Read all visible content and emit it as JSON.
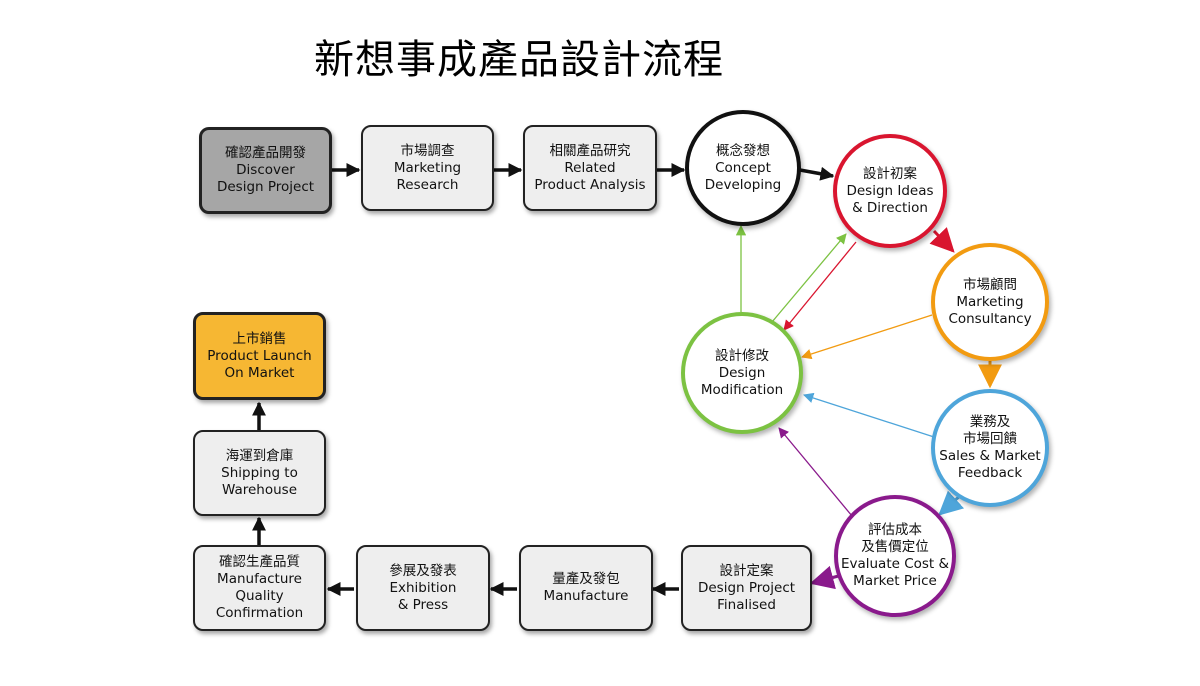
{
  "title": "新想事成產品設計流程",
  "nodes": {
    "discover": {
      "zh": "確認產品開發",
      "en1": "Discover",
      "en2": "Design Project"
    },
    "market_research": {
      "zh": "市場調查",
      "en1": "Marketing",
      "en2": "Research"
    },
    "related": {
      "zh": "相關產品研究",
      "en1": "Related",
      "en2": "Product Analysis"
    },
    "concept": {
      "zh": "概念發想",
      "en1": "Concept",
      "en2": "Developing"
    },
    "ideas": {
      "zh": "設計初案",
      "en1": "Design Ideas",
      "en2": "& Direction"
    },
    "consultancy": {
      "zh": "市場顧問",
      "en1": "Marketing",
      "en2": "Consultancy"
    },
    "feedback": {
      "zh1": "業務及",
      "zh2": "市場回饋",
      "en1": "Sales & Market",
      "en2": "Feedback"
    },
    "evaluate": {
      "zh1": "評估成本",
      "zh2": "及售價定位",
      "en1": "Evaluate Cost &",
      "en2": "Market Price"
    },
    "modification": {
      "zh": "設計修改",
      "en1": "Design",
      "en2": "Modification"
    },
    "finalised": {
      "zh": "設計定案",
      "en1": "Design Project",
      "en2": "Finalised"
    },
    "manufacture": {
      "zh": "量產及發包",
      "en1": "Manufacture"
    },
    "exhibition": {
      "zh": "參展及發表",
      "en1": "Exhibition",
      "en2": "& Press"
    },
    "quality": {
      "zh": "確認生產品質",
      "en1": "Manufacture",
      "en2": "Quality",
      "en3": "Confirmation"
    },
    "shipping": {
      "zh": "海運到倉庫",
      "en1": "Shipping to",
      "en2": "Warehouse"
    },
    "launch": {
      "zh": "上市銷售",
      "en1": "Product Launch",
      "en2": "On Market"
    }
  },
  "colors": {
    "black": "#111111",
    "red": "#d9152f",
    "orange": "#f29b11",
    "blue": "#4ea5da",
    "purple": "#8a1a8c",
    "green": "#7cc242",
    "start_fill": "#a6a6a6",
    "launch_fill": "#f6b733"
  }
}
